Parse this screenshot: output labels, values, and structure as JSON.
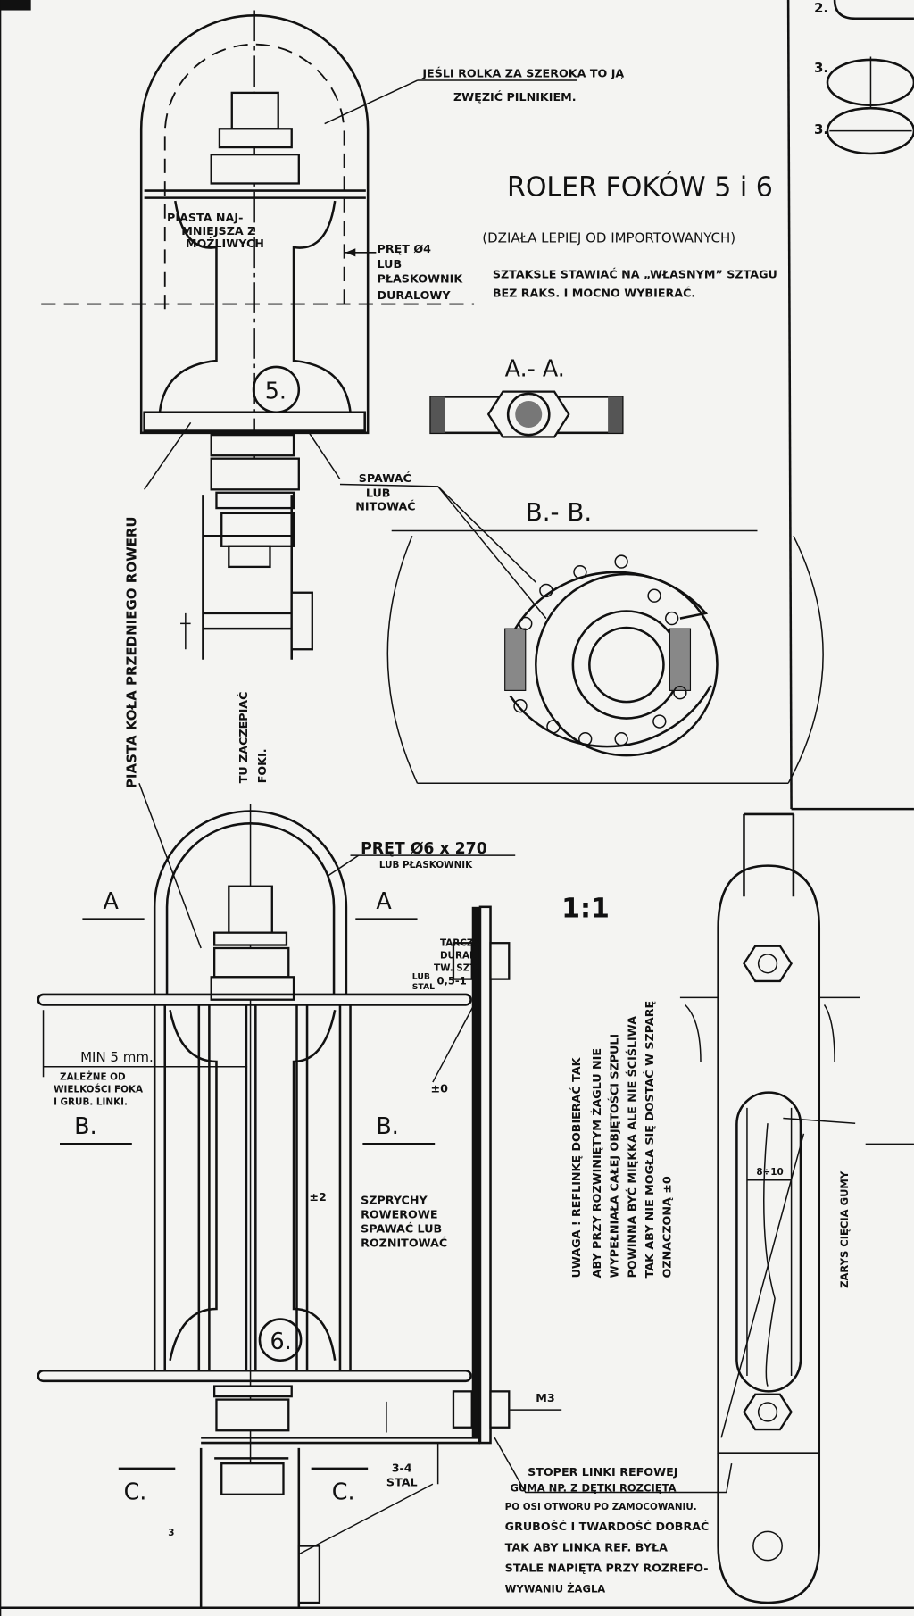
{
  "title": "ROLER FOKÓW 5 i 6",
  "subtitle": "(DZIAŁA LEPIEJ OD IMPORTOWANYCH)",
  "instructions": [
    "SZTAKSLE STAWIAĆ NA „WŁASNYM” SZTAGU",
    "BEZ RAKS. I MOCNO WYBIERAĆ."
  ],
  "top_note": [
    "JEŚLI ROLKA ZA SZEROKA TO JĄ",
    "ZWĘZIĆ PILNIKIEM."
  ],
  "hub_label": [
    "PIASTA NAJ-",
    "MNIEJSZA Z",
    "MOŻLIWYCH"
  ],
  "rod_label": [
    "PRĘT Ø4",
    "LUB",
    "PŁASKOWNIK",
    "DURALOWY"
  ],
  "weld_label": [
    "SPAWAĆ",
    "LUB",
    "NITOWAĆ"
  ],
  "part5": "5.",
  "part6": "6.",
  "section_aa": "A.- A.",
  "section_bb": "B.- B.",
  "bike_hub": "PIASTA KOŁA PRZEDNIEGO ROWERU",
  "jib_attach": [
    "TU ZACZEPIAĆ",
    "FOKI."
  ],
  "rod6": [
    "PRĘT Ø6 x 270",
    "LUB PŁASKOWNIK"
  ],
  "mark_a": "A",
  "mark_b": "B.",
  "mark_c": "C.",
  "scale": "1:1",
  "disc_label": [
    "TARCZA",
    "DURAL",
    "TW. SZT.",
    "0,5-1",
    "LUB",
    "STAL"
  ],
  "min_label": "MIN 5 mm.",
  "depends_label": [
    "ZALEŻNE OD",
    "WIELKOŚCI FOKA",
    "I GRUB. LINKI."
  ],
  "tol0": "±0",
  "tol2": "±2",
  "spokes_label": [
    "SZPRYCHY",
    "ROWEROWE",
    "SPAWAĆ LUB",
    "ROZNITOWAĆ"
  ],
  "warning": [
    "UWAGA ! REFLINKĘ DOBIERAĆ TAK",
    "ABY PRZY ROZWINIĘTYM ŻAGLU NIE",
    "WYPEŁNIAŁA CAŁEJ OBJĘTOŚCI SZPULI",
    "POWINNA BYĆ MIĘKKA ALE NIE ŚCIŚLIWA",
    "TAK ABY NIE MOGŁA SIĘ DOSTAĆ W SZPARĘ",
    "OZNACZONĄ ±0"
  ],
  "slot_dim": "8÷10",
  "rubber_cut": "ZARYS CIĘCIA GUMY",
  "m3": "M3",
  "steel": [
    "3-4",
    "STAL"
  ],
  "dim3": "3",
  "stopper": [
    "STOPER LINKI REFOWEJ",
    "GUMA NP. Z DĘTKI ROZCIĘTA",
    "PO OSI OTWORU PO ZAMOCOWANIU.",
    "GRUBOŚĆ I TWARDOŚĆ DOBRAĆ",
    "TAK ABY LINKA REF. BYŁA",
    "STALE NAPIĘTA PRZY ROZREFO-",
    "WYWANIU ŻAGLA"
  ],
  "side_marks": [
    "2.",
    "3.",
    "3."
  ]
}
